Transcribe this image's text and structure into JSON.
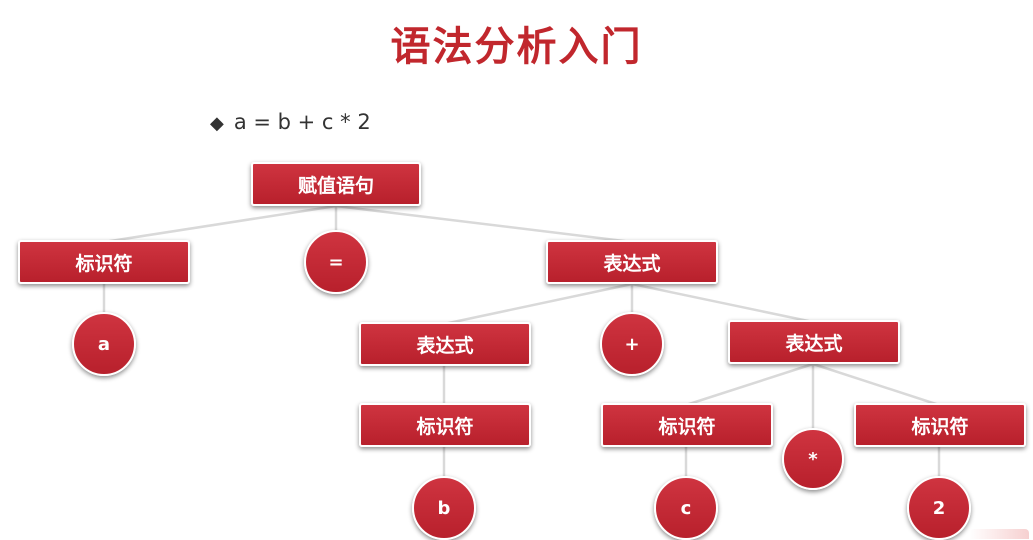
{
  "title": "语法分析入门",
  "bullet": {
    "marker": "◆",
    "text": "a = b + c * 2"
  },
  "colors": {
    "node": "#c1272d",
    "title": "#c1272d",
    "edge": "#d9d9d9"
  },
  "tree": {
    "root": "赋值语句",
    "root_children": {
      "identifier": "标识符",
      "assign": "=",
      "expression": "表达式"
    },
    "leaf_a": "a",
    "expr_children": {
      "left": "表达式",
      "plus": "+",
      "right": "表达式"
    },
    "left_identifier": "标识符",
    "leaf_b": "b",
    "right_children": {
      "left_identifier": "标识符",
      "times": "*",
      "right_identifier": "标识符"
    },
    "leaf_c": "c",
    "leaf_2": "2"
  }
}
